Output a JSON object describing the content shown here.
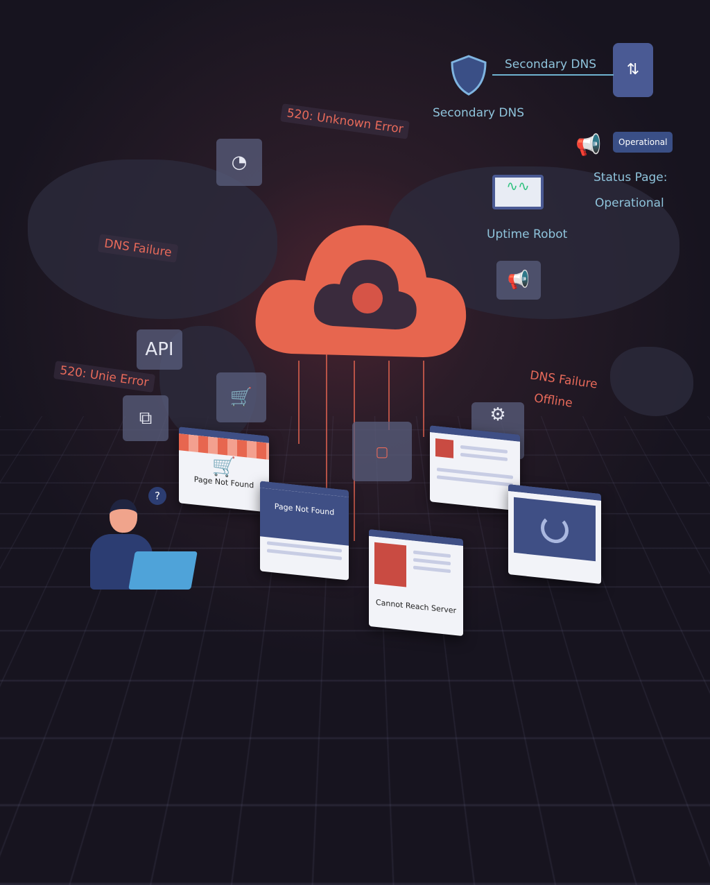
{
  "labels": {
    "unknown_error": "520: Unknown Error",
    "dns_failure_left": "DNS Failure",
    "unie_error": "520: Unie Error",
    "dns_failure_right": "DNS Failure",
    "offline": "Offline",
    "secondary_dns_top": "Secondary DNS",
    "secondary_dns": "Secondary DNS",
    "uptime_robot": "Uptime Robot",
    "status_page": "Status Page:",
    "operational": "Operational",
    "operational_bubble": "Operational"
  },
  "tiles": {
    "api": "API",
    "question": "?"
  },
  "windows": [
    {
      "caption": "Page Not Found"
    },
    {
      "caption": "Page Not Found"
    },
    {
      "caption": "Cannot Reach Server"
    }
  ],
  "colors": {
    "accent": "#e86a5a",
    "bg": "#17141f",
    "window_header": "#3f4f85",
    "info": "#8fc4dc"
  }
}
